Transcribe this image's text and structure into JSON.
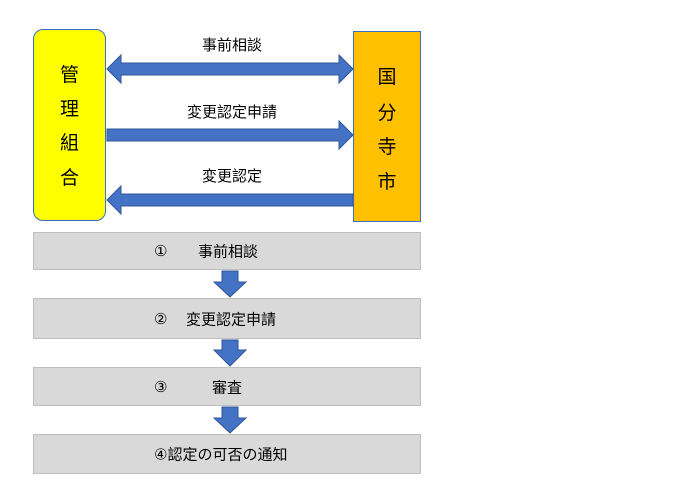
{
  "left_party": {
    "chars": [
      "管",
      "理",
      "組",
      "合"
    ]
  },
  "right_party": {
    "chars": [
      "国",
      "分",
      "寺",
      "市"
    ]
  },
  "arrows": [
    {
      "label": "事前相談",
      "direction": "both"
    },
    {
      "label": "変更認定申請",
      "direction": "right"
    },
    {
      "label": "変更認定",
      "direction": "left"
    }
  ],
  "steps": [
    {
      "number": "①",
      "label": "事前相談"
    },
    {
      "number": "②",
      "label": "変更認定申請"
    },
    {
      "number": "③",
      "label": "審査"
    },
    {
      "number": "",
      "label": "④認定の可否の通知"
    }
  ],
  "colors": {
    "left_party_fill": "#ffff00",
    "right_party_fill": "#ffc000",
    "arrow_fill": "#4472c4",
    "step_fill": "#d9d9d9"
  }
}
